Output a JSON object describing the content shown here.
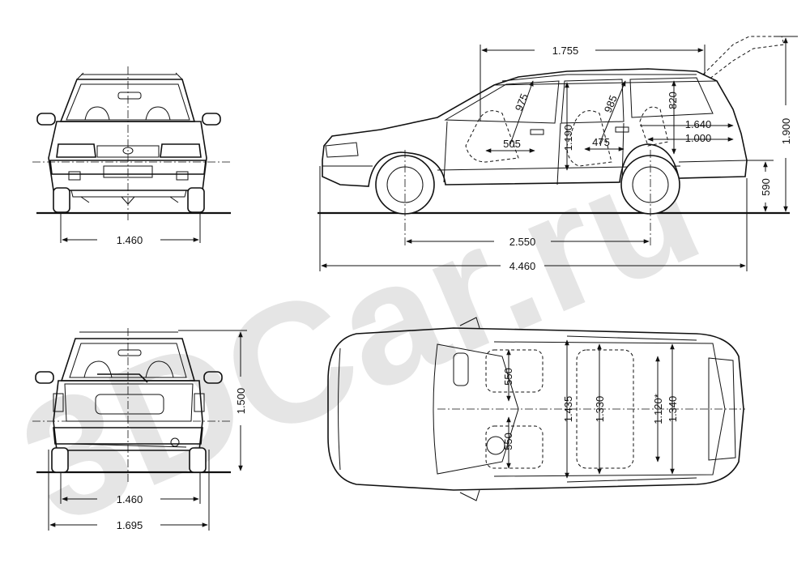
{
  "watermark": "3DCar.ru",
  "front_view": {
    "track_width": "1.460"
  },
  "rear_view": {
    "track_width": "1.460",
    "overall_width": "1.695",
    "overall_height": "1.500"
  },
  "side_view": {
    "roof_length": "1.755",
    "overall_height": "1.900",
    "tailgate_height": "590",
    "wheelbase": "2.550",
    "overall_length": "4.460",
    "front_headroom": "975",
    "rear_headroom": "985",
    "cargo_height": "820",
    "cargo_length_seats_up": "1.640",
    "cargo_length_seats_folded": "1.000",
    "front_seat_depth": "505",
    "rear_seat_depth": "475",
    "interior_height": "1.190"
  },
  "top_view": {
    "front_seat_width_left": "550",
    "front_seat_width_right": "550",
    "front_shoulder_width": "1.435",
    "rear_shoulder_width": "1.330",
    "cargo_width_between_arches": "1.120*",
    "cargo_width": "1.340"
  }
}
